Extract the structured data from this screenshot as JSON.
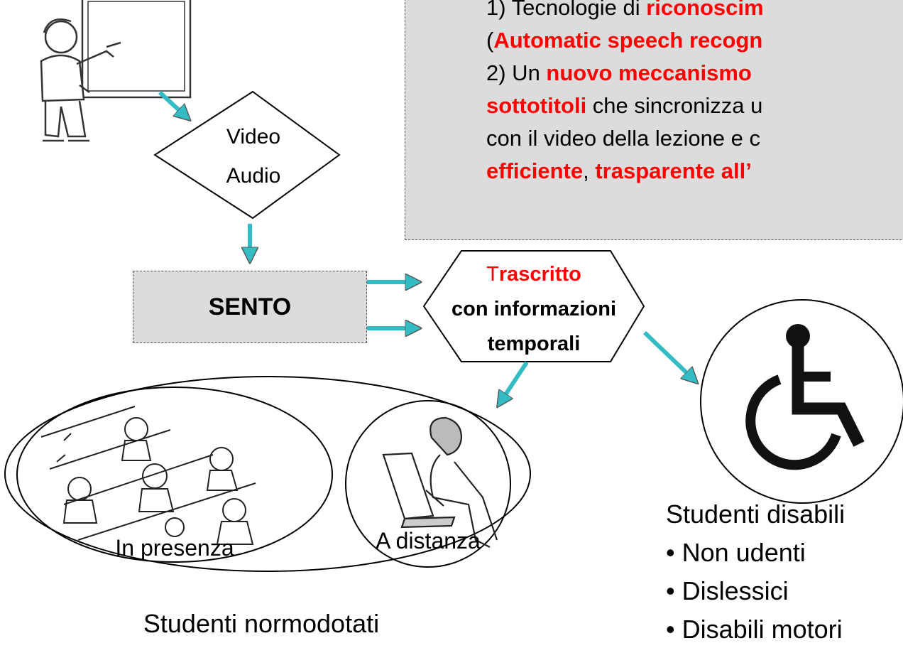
{
  "info_box": {
    "line1": {
      "a": "1) Tecnologie di ",
      "b": "riconoscim"
    },
    "line2": {
      "a": "(",
      "b": "Automatic speech recogn"
    },
    "line3": {
      "a": "2) Un ",
      "b": "nuovo meccanismo "
    },
    "line4": {
      "a": "sottotitoli",
      "b": " che sincronizza u"
    },
    "line5": {
      "a": "con il video della lezione e c"
    },
    "line6": {
      "a": "efficiente",
      "b": ", ",
      "c": "trasparente all’"
    }
  },
  "video_audio": {
    "line1": "Video",
    "line2": "Audio"
  },
  "sento": "SENTO",
  "trascritto": {
    "first_letter": "T",
    "rest": "rascritto",
    "line2": "con informazioni",
    "line3": "temporali"
  },
  "in_presenza": "In presenza",
  "a_distanza": "A distanza",
  "studenti_normodotati": "Studenti normodotati",
  "disabili": {
    "title": "Studenti disabili",
    "items": [
      "• Non udenti",
      "• Dislessici",
      "• Disabili motori"
    ]
  },
  "colors": {
    "arrow": "#33bcc4",
    "highlight": "#ff0000",
    "box_fill": "#dcdcdc"
  }
}
